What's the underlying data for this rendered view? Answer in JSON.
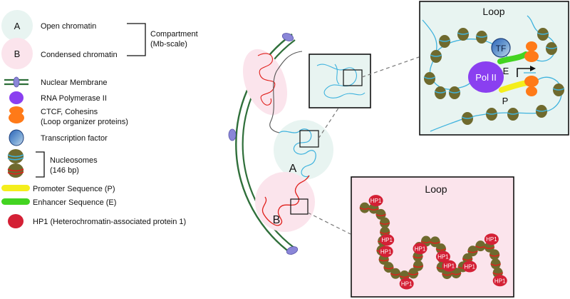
{
  "legend": {
    "compartment_a_letter": "A",
    "open_chromatin": "Open chromatin",
    "compartment_b_letter": "B",
    "condensed_chromatin": "Condensed chromatin",
    "compartment_label_1": "Compartment",
    "compartment_label_2": "(Mb-scale)",
    "nuclear_membrane": "Nuclear Membrane",
    "rna_polymerase": "RNA Polymerase II",
    "ctcf_1": "CTCF, Cohesins",
    "ctcf_2": "(Loop organizer proteins)",
    "transcription_factor": "Transcription factor",
    "nucleosomes_1": "Nucleosomes",
    "nucleosomes_2": "(146 bp)",
    "promoter": "Promoter Sequence (P)",
    "enhancer": "Enhancer Sequence (E)",
    "hp1": "HP1 (Heterochromatin-associated protein 1)"
  },
  "nucleus": {
    "label_a": "A",
    "label_b": "B"
  },
  "loop_open": {
    "title": "Loop",
    "tf_label": "TF",
    "pol_label": "Pol II",
    "e_label": "E",
    "p_label": "P"
  },
  "loop_closed": {
    "title": "Loop",
    "hp1_label": "HP1"
  },
  "colors": {
    "open_bg": "#e8f4f1",
    "closed_bg": "#fbe4ec",
    "open_fiber": "#3fb3de",
    "closed_fiber": "#e0201c",
    "nucleosome": "#6f6a2e",
    "membrane": "#2f6f3a",
    "pol2": "#8a3ff0",
    "ctcf": "#ff7a18",
    "promoter": "#f4ee1c",
    "enhancer": "#43d421",
    "hp1": "#d42035",
    "pore": "#8a86d8"
  }
}
